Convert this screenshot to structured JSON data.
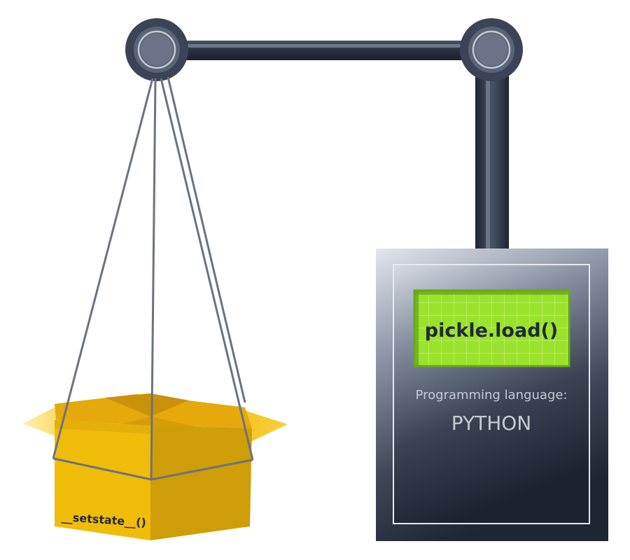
{
  "machine": {
    "screen_text": "pickle.load()",
    "language_label": "Programming language:",
    "language_name": "PYTHON"
  },
  "box": {
    "label": "__setstate__()"
  },
  "colors": {
    "screen": "#9be22d",
    "box": "#f0bc0a",
    "metal_dark": "#2a3142",
    "rope": "#6b7280",
    "joint": "#4b5367"
  }
}
